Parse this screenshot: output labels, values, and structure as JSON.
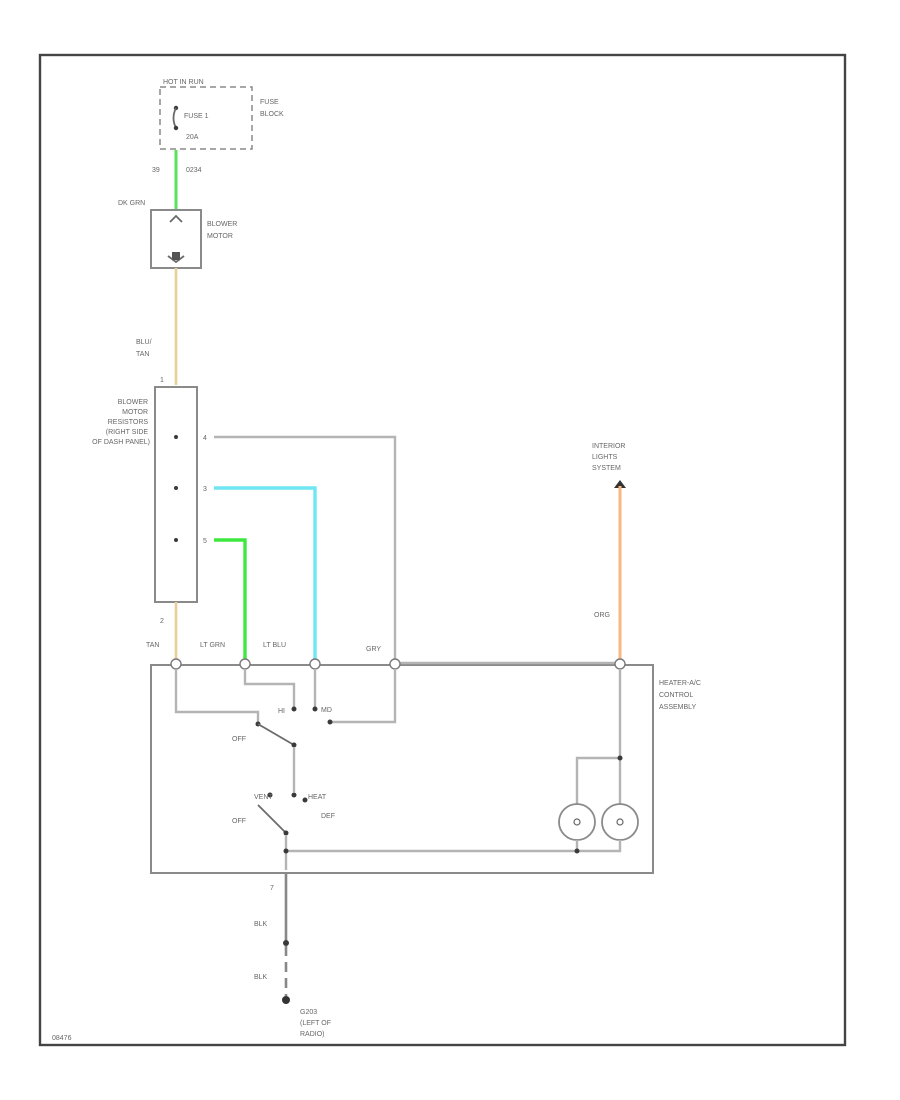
{
  "colors": {
    "green_wire": "#5ae25a",
    "lt_green_wire": "#3ee83e",
    "lt_blue_wire": "#6ee6f4",
    "tan_wire": "#e8cf98",
    "orange_wire": "#f8b880",
    "gray_wire": "#b4b4b4",
    "frame": "#444444"
  },
  "labels": {
    "fuse_block_header": "HOT IN RUN",
    "fuse_name": "FUSE 1",
    "fuse_rating": "20A",
    "fuse_block": [
      "FUSE",
      "BLOCK"
    ],
    "pin_39": "39",
    "wire_dk_green": "DK GRN",
    "circuit_0234": "0234",
    "blower_motor": [
      "BLOWER",
      "MOTOR"
    ],
    "blu_tan": [
      "BLU/",
      "TAN"
    ],
    "blower_resistors": [
      "BLOWER",
      "MOTOR",
      "RESISTORS",
      "(RIGHT SIDE",
      "OF DASH PANEL)"
    ],
    "pin_1": "1",
    "pin_2": "2",
    "pin_3": "3",
    "pin_4": "4",
    "pin_5": "5",
    "interior_lights": [
      "INTERIOR",
      "LIGHTS",
      "SYSTEM"
    ],
    "wire_org": "ORG",
    "wire_tan": "TAN",
    "wire_lt_grn": "LT GRN",
    "wire_lt_blu": "LT BLU",
    "wire_gry": "GRY",
    "heater_control": [
      "HEATER-A/C",
      "CONTROL",
      "ASSEMBLY"
    ],
    "switch_hi": "HI",
    "switch_md": "MD",
    "switch_off_1": "OFF",
    "switch_vent": "VENT",
    "switch_heat": "HEAT",
    "switch_off_2": "OFF",
    "switch_def": "DEF",
    "pin_7": "7",
    "wire_blk_1": "BLK",
    "wire_blk_2": "BLK",
    "ground": [
      "G203",
      "(LEFT OF",
      "RADIO)"
    ],
    "figure_id": "08476"
  },
  "icons": [
    "fuse-icon",
    "motor-icon",
    "ground-icon",
    "lamp-icon",
    "switch-icon"
  ]
}
